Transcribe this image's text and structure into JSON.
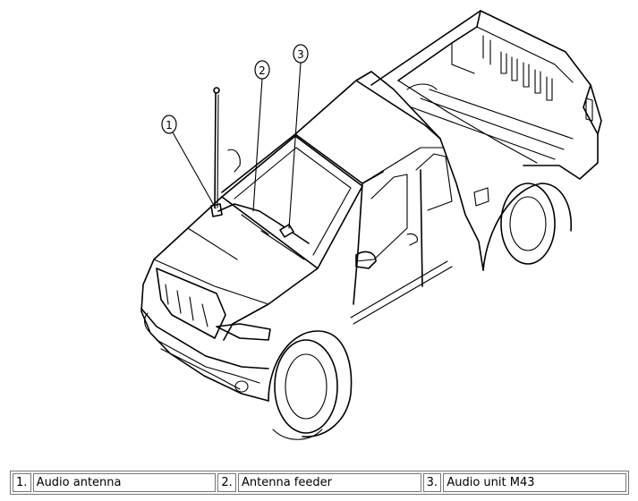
{
  "callouts": [
    "1",
    "2",
    "3"
  ],
  "legend": [
    {
      "number": "1.",
      "label": "Audio antenna"
    },
    {
      "number": "2.",
      "label": "Antenna feeder"
    },
    {
      "number": "3.",
      "label": "Audio unit M43"
    }
  ]
}
